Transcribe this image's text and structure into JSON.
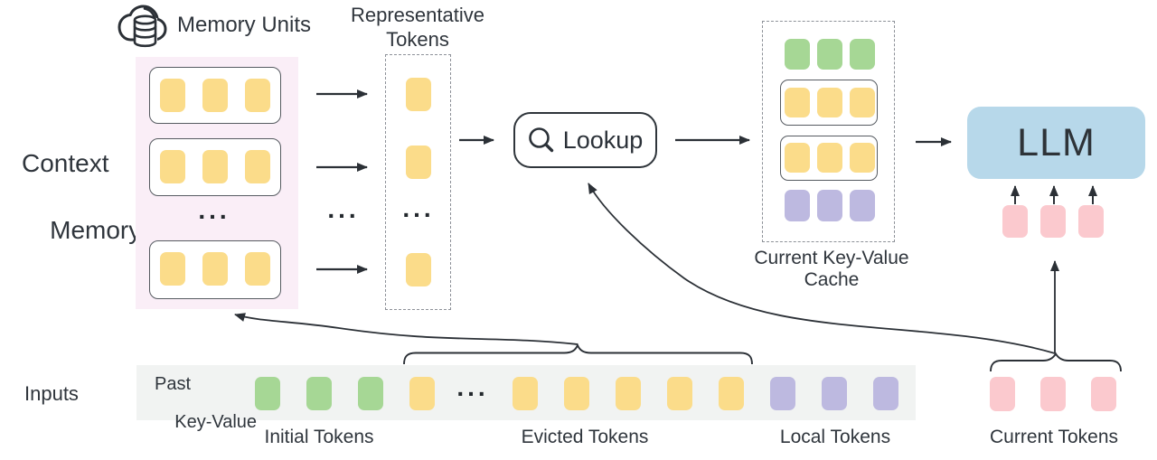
{
  "labels": {
    "memory_units": "Memory Units",
    "representative_tokens": [
      "Representative",
      "Tokens"
    ],
    "context_memory": [
      "Context",
      "Memory"
    ],
    "lookup": "Lookup",
    "llm": "LLM",
    "current_kv_cache": [
      "Current Key-Value",
      "Cache"
    ],
    "inputs": "Inputs",
    "past_key_value": [
      "Past",
      "Key-Value"
    ],
    "initial_tokens": "Initial Tokens",
    "evicted_tokens": "Evicted Tokens",
    "local_tokens": "Local Tokens",
    "current_tokens": "Current Tokens",
    "ellipsis": "..."
  },
  "colors": {
    "token_yellow": "#FBDC8A",
    "token_green": "#A6D795",
    "token_purple": "#BDB9E0",
    "token_pink": "#FBC9CE",
    "llm_blue": "#B7D8EA",
    "memory_panel_pink": "#FAEEF7",
    "inputs_strip_gray": "#F1F3F2",
    "line_dark": "#2b3036"
  },
  "token_groups": {
    "memory_row1": {
      "count": 3,
      "color": "#FBDC8A"
    },
    "memory_row2": {
      "count": 3,
      "color": "#FBDC8A"
    },
    "memory_row3": {
      "count": 3,
      "color": "#FBDC8A"
    },
    "rep_token1": {
      "count": 1,
      "color": "#FBDC8A"
    },
    "rep_token2": {
      "count": 1,
      "color": "#FBDC8A"
    },
    "rep_token3": {
      "count": 1,
      "color": "#FBDC8A"
    },
    "cache_initial": {
      "count": 3,
      "color": "#A6D795"
    },
    "cache_unit1": {
      "count": 3,
      "color": "#FBDC8A"
    },
    "cache_unit2": {
      "count": 3,
      "color": "#FBDC8A"
    },
    "cache_local": {
      "count": 3,
      "color": "#BDB9E0"
    },
    "llm_current": {
      "count": 3,
      "color": "#FBC9CE"
    },
    "strip_initial": {
      "count": 3,
      "color": "#A6D795"
    },
    "strip_evicted_head": {
      "count": 1,
      "color": "#FBDC8A"
    },
    "strip_evicted_tail": {
      "count": 5,
      "color": "#FBDC8A"
    },
    "strip_local": {
      "count": 3,
      "color": "#BDB9E0"
    },
    "current_tokens": {
      "count": 3,
      "color": "#FBC9CE"
    }
  }
}
